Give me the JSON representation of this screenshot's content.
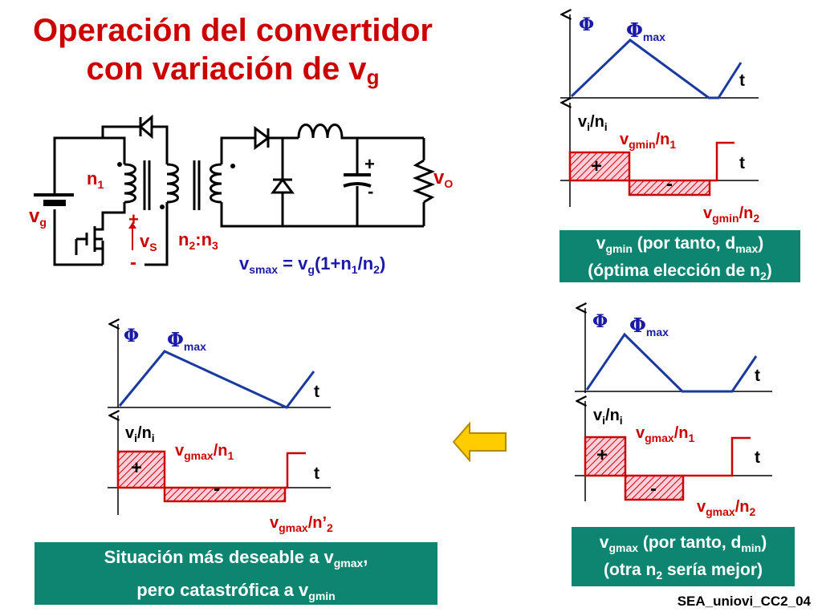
{
  "title": {
    "line1": "Operación del convertidor",
    "line2_prefix": "con variación de v",
    "line2_sub": "g"
  },
  "circuit": {
    "n1_main": "n",
    "n1_sub": "1",
    "vg_main": "v",
    "vg_sub": "g",
    "vs_main": "v",
    "vs_sub": "S",
    "vs_plus": "+",
    "vs_minus": "-",
    "ratio": {
      "a": "n",
      "a_sub": "2",
      "sep": ":n",
      "b_sub": "3"
    },
    "cap_plus": "+",
    "cap_minus": "-",
    "vo_main": "v",
    "vo_sub": "O"
  },
  "vsmax": {
    "v": "v",
    "smax": "smax",
    "eq": " = v",
    "g": "g",
    "rest1": "(1+n",
    "one": "1",
    "rest2": "/n",
    "two": "2",
    "close": ")"
  },
  "panel_top": {
    "phi": "Φ",
    "phimax_main": "Φ",
    "phimax_sub": "max",
    "t1": "t",
    "vini_v": "v",
    "vini_i1": "i",
    "vini_n": "/n",
    "vini_i2": "i",
    "label_a_v": "v",
    "label_a_sub": "gmin",
    "label_a_rest": "/n",
    "label_a_n": "1",
    "plus": "+",
    "minus": "-",
    "t2": "t",
    "label_b_v": "v",
    "label_b_sub": "gmin",
    "label_b_rest": "/n",
    "label_b_n": "2",
    "box": {
      "l1_v": "v",
      "l1_sub": "gmin",
      "l1_rest": " (por tanto, d",
      "l1_sub2": "max",
      "l1_close": ")",
      "l2_text": "(óptima elección de n",
      "l2_sub": "2",
      "l2_close": ")"
    }
  },
  "panel_left": {
    "phi": "Φ",
    "phimax_main": "Φ",
    "phimax_sub": "max",
    "t1": "t",
    "vini_v": "v",
    "vini_i1": "i",
    "vini_n": "/n",
    "vini_i2": "i",
    "label_a_v": "v",
    "label_a_sub": "gmax",
    "label_a_rest": "/n",
    "label_a_n": "1",
    "plus": "+",
    "minus": "-",
    "t2": "t",
    "label_b_v": "v",
    "label_b_sub": "gmax",
    "label_b_rest": "/n’",
    "label_b_n": "2",
    "box": {
      "l1_text": "Situación más deseable a v",
      "l1_sub": "gmax",
      "l1_comma": ",",
      "l2_text": "pero catastrófica a v",
      "l2_sub": "gmin"
    }
  },
  "panel_right": {
    "phi": "Φ",
    "phimax_main": "Φ",
    "phimax_sub": "max",
    "t1": "t",
    "vini_v": "v",
    "vini_i1": "i",
    "vini_n": "/n",
    "vini_i2": "i",
    "label_a_v": "v",
    "label_a_sub": "gmax",
    "label_a_rest": "/n",
    "label_a_n": "1",
    "plus": "+",
    "minus": "-",
    "t2": "t",
    "label_b_v": "v",
    "label_b_sub": "gmax",
    "label_b_rest": "/n",
    "label_b_n": "2",
    "box": {
      "l1_v": "v",
      "l1_sub": "gmax",
      "l1_rest": " (por tanto, d",
      "l1_sub2": "min",
      "l1_close": ")",
      "l2_text": "(otra n",
      "l2_sub": "2",
      "l2_rest": " sería mejor)"
    }
  },
  "footer": "SEA_uniovi_CC2_04",
  "colors": {
    "title": "#cc0000",
    "waveform_flux": "#1a3aa0",
    "waveform_voltage": "#cc0000",
    "box": "#0e8571",
    "arrow": "#ffcc00"
  }
}
